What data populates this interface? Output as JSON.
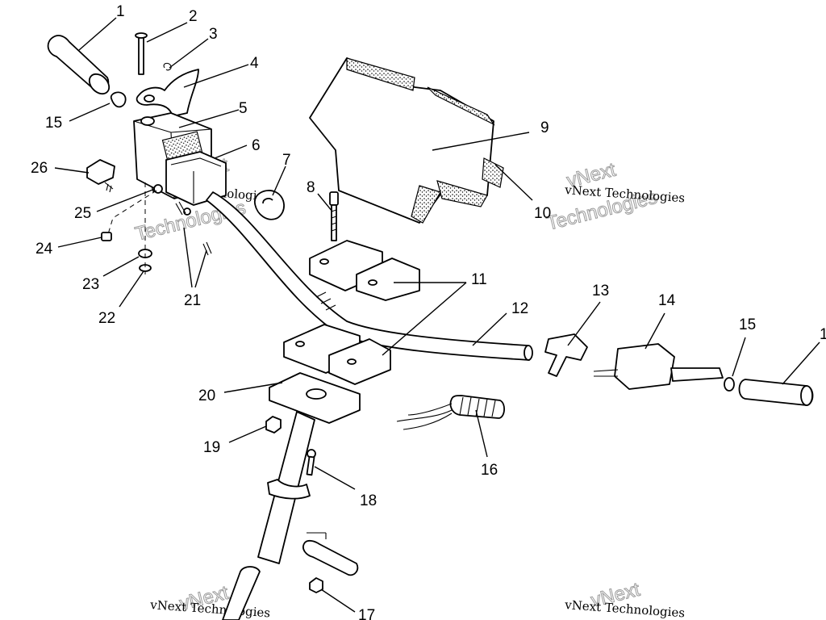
{
  "callouts": {
    "c1a": "1",
    "c2": "2",
    "c3": "3",
    "c4": "4",
    "c5": "5",
    "c6": "6",
    "c7": "7",
    "c8": "8",
    "c9": "9",
    "c10": "10",
    "c11": "11",
    "c12": "12",
    "c13": "13",
    "c14": "14",
    "c15a": "15",
    "c15b": "15",
    "c1b": "1",
    "c16": "16",
    "c17": "17",
    "c18": "18",
    "c19": "19",
    "c20": "20",
    "c21": "21",
    "c22": "22",
    "c23": "23",
    "c24": "24",
    "c25": "25",
    "c26": "26"
  },
  "watermark": {
    "company": "vNext Technologies",
    "brand": "vNext",
    "tech": "Technologies"
  }
}
